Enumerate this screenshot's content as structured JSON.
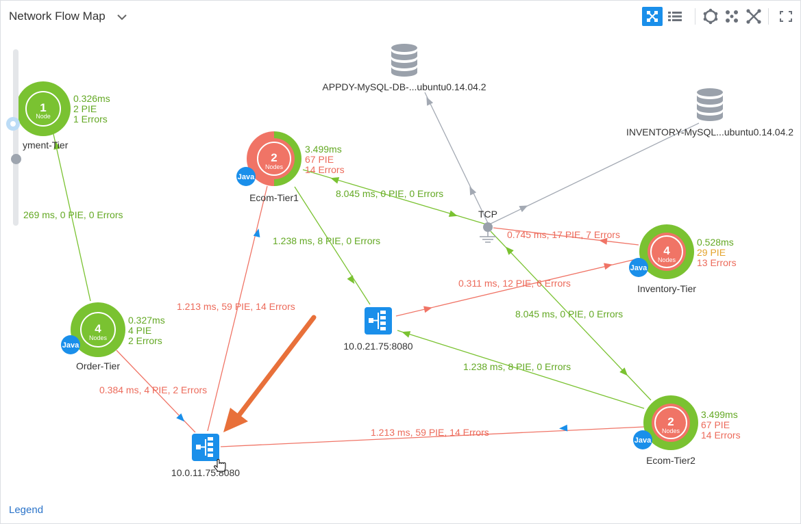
{
  "header": {
    "title": "Network Flow Map"
  },
  "toolbar": {
    "buttons": [
      {
        "name": "graph-view-icon",
        "active": true
      },
      {
        "name": "list-view-icon",
        "active": false
      },
      {
        "name": "circular-layout-icon",
        "active": false
      },
      {
        "name": "cluster-layout-icon",
        "active": false
      },
      {
        "name": "auto-arrange-icon",
        "active": false
      },
      {
        "name": "fullscreen-icon",
        "active": false
      }
    ]
  },
  "colors": {
    "ok": "#7ac231",
    "error": "#f07466",
    "warn": "#e3a32b",
    "accent": "#1a8fea",
    "edge_neutral": "#a3a9b3"
  },
  "zoom": {
    "level": 0.37
  },
  "tiers": {
    "payment": {
      "count": "1",
      "unit": "Node",
      "metric_time": "0.326ms",
      "metric_pie": "2 PIE",
      "metric_errors": "1 Errors",
      "name": "yment-Tier"
    },
    "ecom1": {
      "count": "2",
      "unit": "Nodes",
      "badge": "Java",
      "metric_time": "3.499ms",
      "metric_pie": "67 PIE",
      "metric_errors": "14 Errors",
      "name": "Ecom-Tier1"
    },
    "order": {
      "count": "4",
      "unit": "Nodes",
      "badge": "Java",
      "metric_time": "0.327ms",
      "metric_pie": "4 PIE",
      "metric_errors": "2 Errors",
      "name": "Order-Tier"
    },
    "inventory": {
      "count": "4",
      "unit": "Nodes",
      "badge": "Java",
      "metric_time": "0.528ms",
      "metric_pie": "29 PIE",
      "metric_errors": "13 Errors",
      "name": "Inventory-Tier"
    },
    "ecom2": {
      "count": "2",
      "unit": "Nodes",
      "badge": "Java",
      "metric_time": "3.499ms",
      "metric_pie": "67 PIE",
      "metric_errors": "14 Errors",
      "name": "Ecom-Tier2"
    }
  },
  "databases": {
    "appdy": "APPDY-MySQL-DB-...ubuntu0.14.04.2",
    "inventory": "INVENTORY-MySQL...ubuntu0.14.04.2"
  },
  "tcp": {
    "label": "TCP"
  },
  "lbs": {
    "lb1": "10.0.21.75:8080",
    "lb2": "10.0.11.75:8080"
  },
  "edges": {
    "order_payment": "269 ms, 0 PIE, 0 Errors",
    "order_lb2": "0.384 ms, 4 PIE, 2 Errors",
    "lb2_ecom1": "1.213 ms, 59 PIE, 14 Errors",
    "ecom2_lb2": "1.213 ms, 59 PIE, 14 Errors",
    "ecom1_lb1": "1.238 ms, 8 PIE, 0 Errors",
    "ecom2_lb1": "1.238 ms, 8 PIE, 0 Errors",
    "ecom1_tcp": "8.045 ms, 0 PIE, 0 Errors",
    "ecom2_tcp": "8.045 ms, 0 PIE, 0 Errors",
    "inv_tcp": "0.745 ms, 17 PIE, 7 Errors",
    "lb1_inv": "0.311 ms, 12 PIE, 6 Errors"
  },
  "legend": {
    "label": "Legend"
  }
}
